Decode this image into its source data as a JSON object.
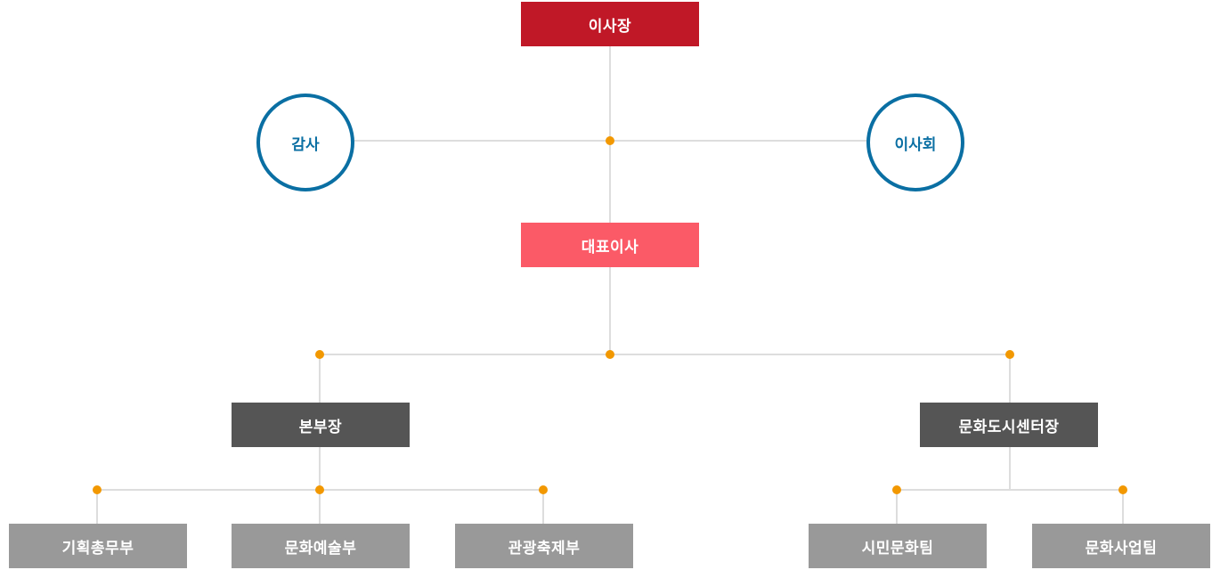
{
  "colors": {
    "chair": "#c01827",
    "ceo": "#fb5a67",
    "head": "#555555",
    "team": "#999999",
    "circle": "#0a6fa3",
    "line": "#dddddd",
    "dot": "#f29800"
  },
  "nodes": {
    "chairman": "이사장",
    "auditor": "감사",
    "board": "이사회",
    "ceo": "대표이사",
    "division_head": "본부장",
    "center_head": "문화도시센터장",
    "planning": "기획총무부",
    "culture_arts": "문화예술부",
    "tourism_festival": "관광축제부",
    "citizen_culture": "시민문화팀",
    "culture_business": "문화사업팀"
  }
}
